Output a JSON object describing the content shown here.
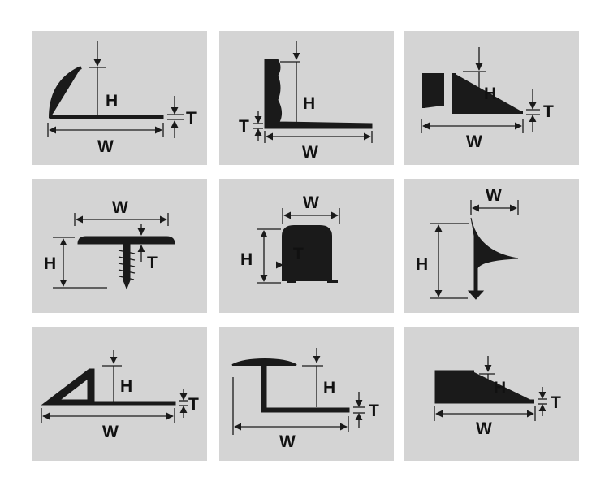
{
  "profiles": [
    {
      "name": "quarter-round",
      "labels": {
        "h": "H",
        "w": "W",
        "t": "T"
      }
    },
    {
      "name": "l-angle",
      "labels": {
        "h": "H",
        "w": "W",
        "t": "T"
      }
    },
    {
      "name": "square-edge",
      "labels": {
        "h": "H",
        "w": "W",
        "t": "T"
      }
    },
    {
      "name": "t-profile",
      "labels": {
        "h": "H",
        "w": "W",
        "t": "T"
      }
    },
    {
      "name": "u-channel",
      "labels": {
        "h": "H",
        "w": "W",
        "t": "T"
      }
    },
    {
      "name": "curved-edge",
      "labels": {
        "h": "H",
        "w": "W"
      }
    },
    {
      "name": "ramp",
      "labels": {
        "h": "H",
        "w": "W",
        "t": "T"
      }
    },
    {
      "name": "t-cap-edge",
      "labels": {
        "h": "H",
        "w": "W",
        "t": "T"
      }
    },
    {
      "name": "j-edge",
      "labels": {
        "h": "H",
        "w": "W",
        "t": "T"
      }
    }
  ],
  "colors": {
    "panel": "#d4d4d4",
    "ink": "#1a1a1a"
  }
}
